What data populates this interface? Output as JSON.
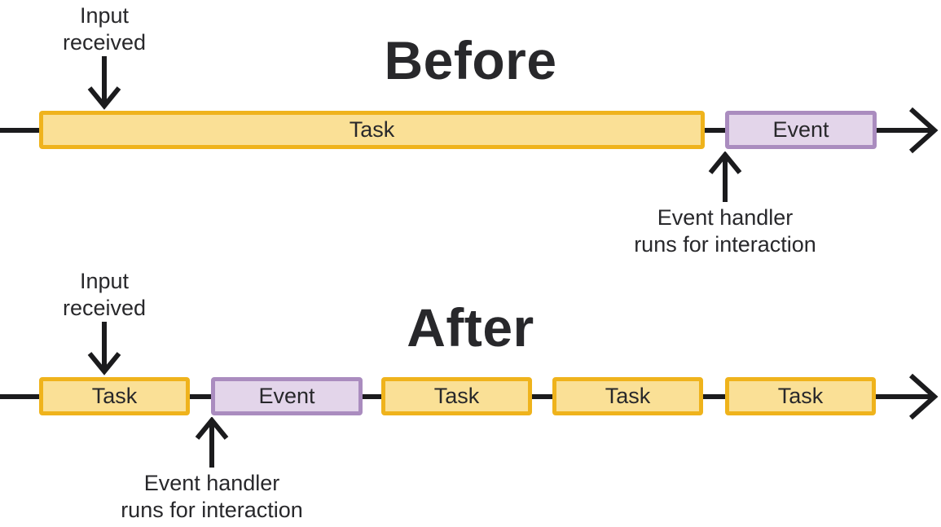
{
  "colors": {
    "task_fill": "#FAE096",
    "task_border": "#EFB31C",
    "event_fill": "#E3D5EA",
    "event_border": "#AA8CBF",
    "ink": "#1B1B1D",
    "text": "#28282B"
  },
  "before": {
    "title": "Before",
    "input_label": "Input\nreceived",
    "handler_label": "Event handler\nruns for interaction",
    "boxes": [
      {
        "label": "Task",
        "type": "task"
      },
      {
        "label": "Event",
        "type": "event"
      }
    ]
  },
  "after": {
    "title": "After",
    "input_label": "Input\nreceived",
    "handler_label": "Event handler\nruns for interaction",
    "boxes": [
      {
        "label": "Task",
        "type": "task"
      },
      {
        "label": "Event",
        "type": "event"
      },
      {
        "label": "Task",
        "type": "task"
      },
      {
        "label": "Task",
        "type": "task"
      },
      {
        "label": "Task",
        "type": "task"
      }
    ]
  }
}
